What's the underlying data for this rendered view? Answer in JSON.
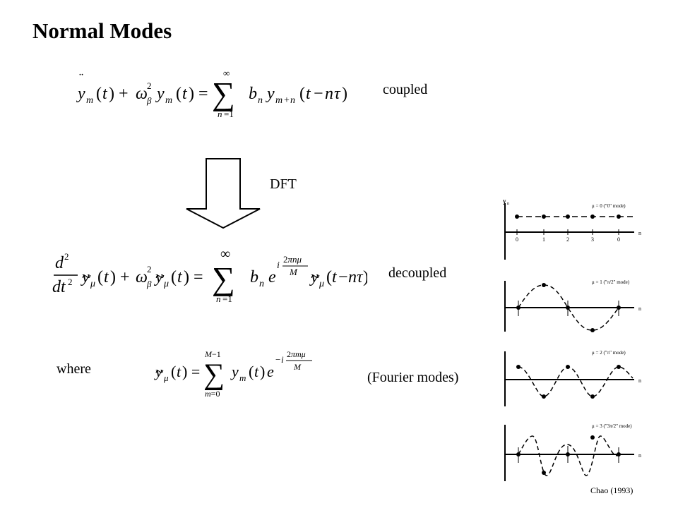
{
  "slide": {
    "title": "Normal Modes",
    "labels": {
      "coupled": "coupled",
      "dft": "DFT",
      "decoupled": "decoupled",
      "where": "where",
      "fourier_modes": "(Fourier modes)"
    },
    "citation": "Chao (1993)"
  },
  "equations": {
    "coupled": "ÿ_m(t) + ω_β² y_m(t) = Σ_{n=1}^{∞} b_n y_{m+n}(t − nτ)",
    "decoupled": "d²/dt² ỹ_μ(t) + ω_β² ỹ_μ(t) = Σ_{n=1}^{∞} b_n e^{i 2πnμ/M} ỹ_μ(t − nτ)",
    "fourier": "ỹ_μ(t) = Σ_{m=0}^{M−1} y_m(t) e^{−i 2πmμ/M}"
  },
  "figure": {
    "axis_y_label": "y",
    "axis_y_subscript": "n",
    "axis_x_label": "n",
    "tick_labels": [
      "0",
      "1",
      "2",
      "3",
      "0"
    ],
    "modes": [
      {
        "mu": 0,
        "caption": "μ = 0 (\"0\" mode)"
      },
      {
        "mu": 1,
        "caption": "μ = 1 (\"π/2\" mode)"
      },
      {
        "mu": 2,
        "caption": "μ = 2 (\"π\" mode)"
      },
      {
        "mu": 3,
        "caption": "μ = 3 (\"3π/2\" mode)"
      }
    ]
  }
}
